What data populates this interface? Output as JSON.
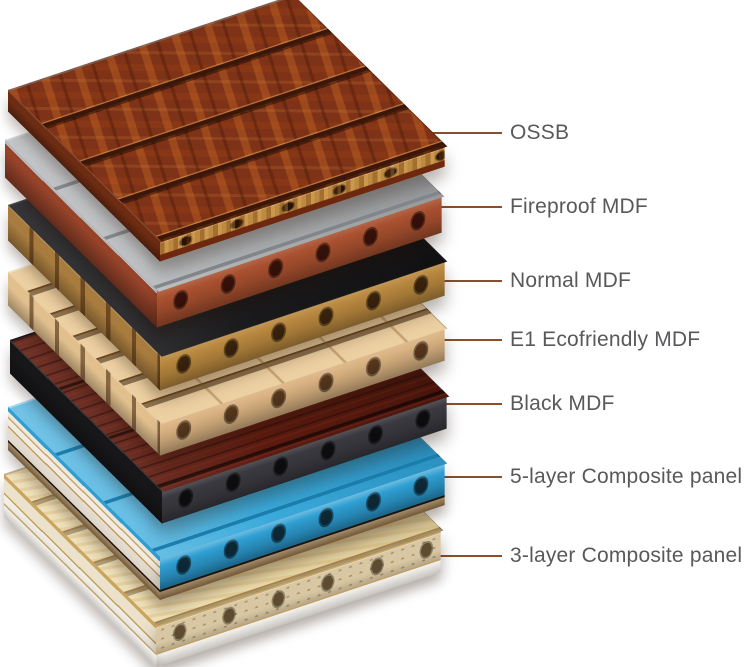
{
  "figure": {
    "type": "exploded-stack-diagram",
    "subject": "acoustic panel material layers",
    "background": "#ffffff",
    "leader_line_color": "#8a4f28",
    "label_color": "#58595b"
  },
  "panels": [
    {
      "id": "ossb",
      "label": "OSSB",
      "colors": {
        "top": "#7e3217",
        "groove": "#3a1708",
        "edge": "#bd8a42",
        "hole": "#2a1204",
        "side": "#6e2c12"
      }
    },
    {
      "id": "fireproof-mdf",
      "label": "Fireproof MDF",
      "colors": {
        "top": "#a8abae",
        "groove": "#84878c",
        "edge": "#a9502f",
        "hole": "#38110a",
        "side": "#96432a"
      }
    },
    {
      "id": "normal-mdf",
      "label": "Normal MDF",
      "colors": {
        "top": "#1b1b1e",
        "groove": "#000000",
        "edge": "#b8873e",
        "hole": "#3a230c",
        "side": "#a87c3e"
      }
    },
    {
      "id": "e1-mdf",
      "label": "E1 Ecofriendly MDF",
      "colors": {
        "top": "#ecd0a2",
        "groove": "#6e4a20",
        "edge": "#d9b281",
        "hole": "#58371b",
        "side": "#e2c08e"
      }
    },
    {
      "id": "black-mdf",
      "label": "Black MDF",
      "colors": {
        "top": "#5e1c11",
        "groove": "#2d0c06",
        "edge": "#3a3a40",
        "hole": "#0d0d10",
        "side": "#17171a"
      }
    },
    {
      "id": "composite-5",
      "label": "5-layer Composite panel",
      "colors": {
        "top": "#33a7da",
        "groove": "#1c7fae",
        "edge": "#2f9fd2",
        "hole": "#0e2936",
        "side": "#e9e3d6",
        "under": "#8a6b42",
        "under_line": "#191310"
      }
    },
    {
      "id": "composite-3",
      "label": "3-layer Composite panel",
      "colors": {
        "top": "#ead8a6",
        "groove": "#a5834e",
        "edge": "#d8c7a2",
        "hole": "#5f4c30",
        "side": "#e9dfc9",
        "under": "#f2efe8",
        "under_line": "#bfa06a"
      }
    }
  ]
}
